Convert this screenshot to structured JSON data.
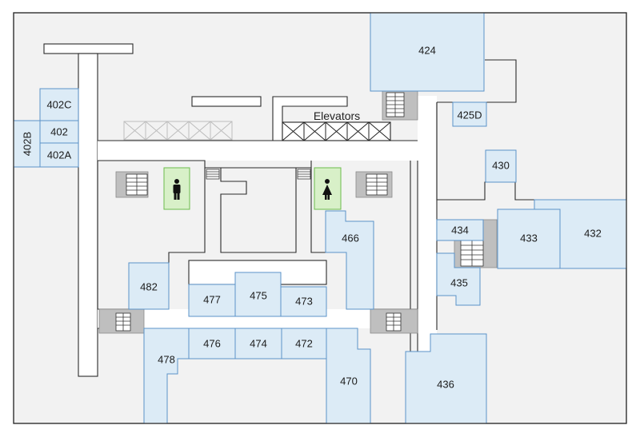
{
  "map": {
    "elevators_label": "Elevators",
    "rooms": [
      {
        "id": "r402C",
        "label": "402C"
      },
      {
        "id": "r402",
        "label": "402"
      },
      {
        "id": "r402A",
        "label": "402A"
      },
      {
        "id": "r402B",
        "label": "402B"
      },
      {
        "id": "r424",
        "label": "424"
      },
      {
        "id": "r425D",
        "label": "425D"
      },
      {
        "id": "r430",
        "label": "430"
      },
      {
        "id": "r432",
        "label": "432"
      },
      {
        "id": "r433",
        "label": "433"
      },
      {
        "id": "r434",
        "label": "434"
      },
      {
        "id": "r435",
        "label": "435"
      },
      {
        "id": "r436",
        "label": "436"
      },
      {
        "id": "r466",
        "label": "466"
      },
      {
        "id": "r470",
        "label": "470"
      },
      {
        "id": "r472",
        "label": "472"
      },
      {
        "id": "r473",
        "label": "473"
      },
      {
        "id": "r474",
        "label": "474"
      },
      {
        "id": "r475",
        "label": "475"
      },
      {
        "id": "r476",
        "label": "476"
      },
      {
        "id": "r477",
        "label": "477"
      },
      {
        "id": "r478",
        "label": "478"
      },
      {
        "id": "r482",
        "label": "482"
      }
    ],
    "restrooms": [
      {
        "icon": "men-restroom-icon"
      },
      {
        "icon": "women-restroom-icon"
      }
    ],
    "colors": {
      "room_fill": "#dcebf6",
      "room_stroke": "#5b93c8",
      "restroom_fill": "#d8f0c8",
      "background": "#f2f2f2",
      "stairs": "#bfbfbf"
    }
  }
}
